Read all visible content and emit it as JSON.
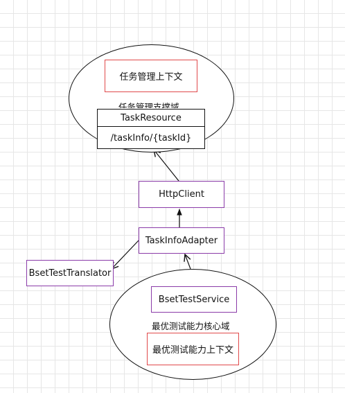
{
  "diagram": {
    "task_domain": {
      "context_label": "任务管理上下文",
      "domain_label": "任务管理支撑域",
      "resource": {
        "title": "TaskResource",
        "endpoint": "/taskInfo/{taskId}"
      }
    },
    "http_client": "HttpClient",
    "adapter": "TaskInfoAdapter",
    "translator": "BsetTestTranslator",
    "core_domain": {
      "service": "BsetTestService",
      "domain_label": "最优测试能力核心域",
      "context_label": "最优测试能力上下文"
    },
    "colors": {
      "context_border": "#e0484a",
      "component_border": "#8a3aa8",
      "line": "#111111"
    }
  }
}
